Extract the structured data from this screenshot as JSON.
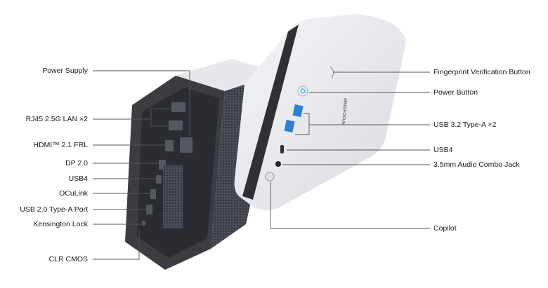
{
  "brand_logo_text": "MINISFORUM",
  "left_labels": [
    {
      "id": "power-supply",
      "text": "Power Supply"
    },
    {
      "id": "rj45-lan",
      "text": "RJ45 2.5G LAN ×2"
    },
    {
      "id": "hdmi",
      "text": "HDMI™ 2.1 FRL"
    },
    {
      "id": "dp",
      "text": "DP 2.0"
    },
    {
      "id": "usb4-rear",
      "text": "USB4"
    },
    {
      "id": "oculink",
      "text": "OCuLink"
    },
    {
      "id": "usb2",
      "text": "USB 2.0 Type-A Port"
    },
    {
      "id": "kensington",
      "text": "Kensington Lock"
    },
    {
      "id": "clr-cmos",
      "text": "CLR CMOS"
    }
  ],
  "right_labels": [
    {
      "id": "fingerprint",
      "text": "Fingerprint Verification Button"
    },
    {
      "id": "power-button",
      "text": "Power Button"
    },
    {
      "id": "usb32",
      "text": "USB 3.2 Type-A ×2"
    },
    {
      "id": "usb4-front",
      "text": "USB4"
    },
    {
      "id": "audio",
      "text": "3.5mm Audio Combo Jack"
    },
    {
      "id": "copilot",
      "text": "Copilot"
    }
  ],
  "colors": {
    "leader_line": "#555555",
    "power_led": "#3aa8e0",
    "usb3_blue": "#2f7fd6"
  }
}
